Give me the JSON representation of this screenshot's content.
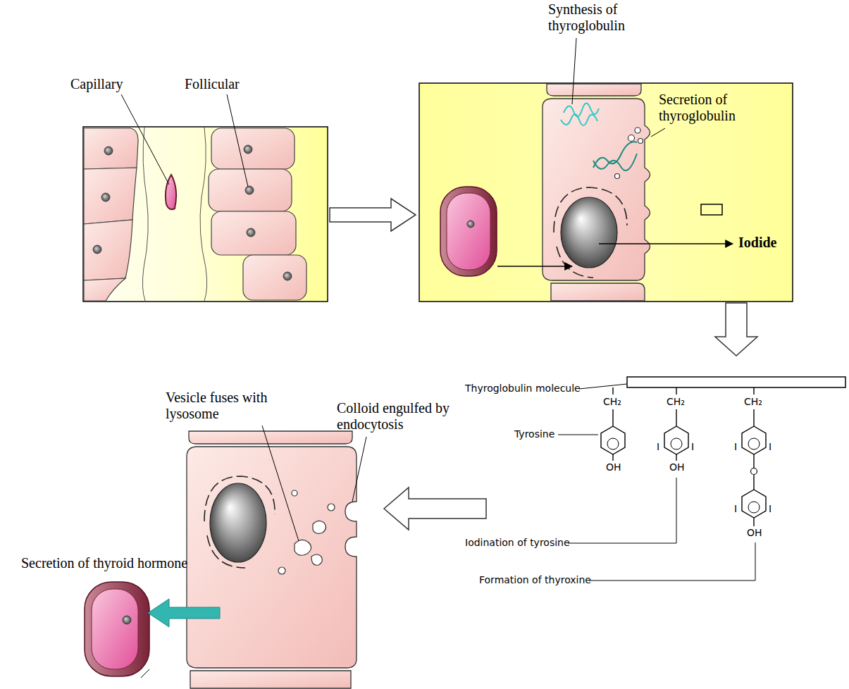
{
  "diagram": {
    "labels": [
      "Capillary",
      "Follicular",
      "Synthesis of thyroglobulin",
      "Secretion of thyroglobulin",
      "Iodide",
      "Vesicle fuses with lysosome",
      "Colloid engulfed by endocytosis",
      "Secretion of thyroid hormone",
      "Thyroglobulin molecule",
      "CH₂",
      "CH₂",
      "CH₂",
      "Tyrosine",
      "I",
      "I",
      "OH",
      "OH",
      "I",
      "I",
      "I",
      "I",
      "OH",
      "Iodination of tyrosine",
      "Formation of thyroxine"
    ]
  }
}
